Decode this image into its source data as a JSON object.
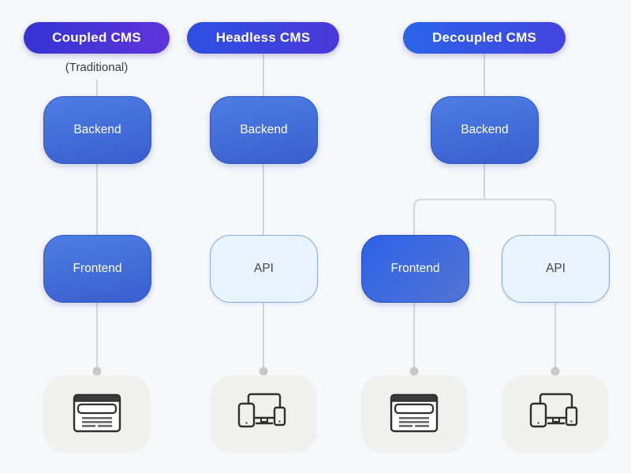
{
  "diagram": {
    "columns": [
      {
        "header": "Coupled CMS",
        "subtitle": "(Traditional)",
        "top_node": "Backend",
        "mid_node": "Frontend",
        "device_icon": "browser-window"
      },
      {
        "header": "Headless CMS",
        "top_node": "Backend",
        "mid_node": "API",
        "device_icon": "multi-devices"
      },
      {
        "header": "Decoupled CMS",
        "top_node": "Backend",
        "branch_left_node": "Frontend",
        "branch_right_node": "API",
        "branch_left_device_icon": "browser-window",
        "branch_right_device_icon": "multi-devices"
      }
    ],
    "colors": {
      "background": "#f7f8fa",
      "pill_coupled_gradient": [
        "#3433d3",
        "#5f35da"
      ],
      "pill_headless_gradient": [
        "#2c50e2",
        "#4b38d9"
      ],
      "pill_decoupled_gradient": [
        "#2a64e9",
        "#4443de"
      ],
      "solid_node_gradient": [
        "#4c7ee3",
        "#3a5ecf"
      ],
      "outline_node_bg": "#e9f3fd",
      "outline_node_border": "#85abd9",
      "connector_line": "#cfd1d4",
      "connector_dot": "#c6c8ca",
      "device_box_bg": "#f0f0ef"
    }
  }
}
